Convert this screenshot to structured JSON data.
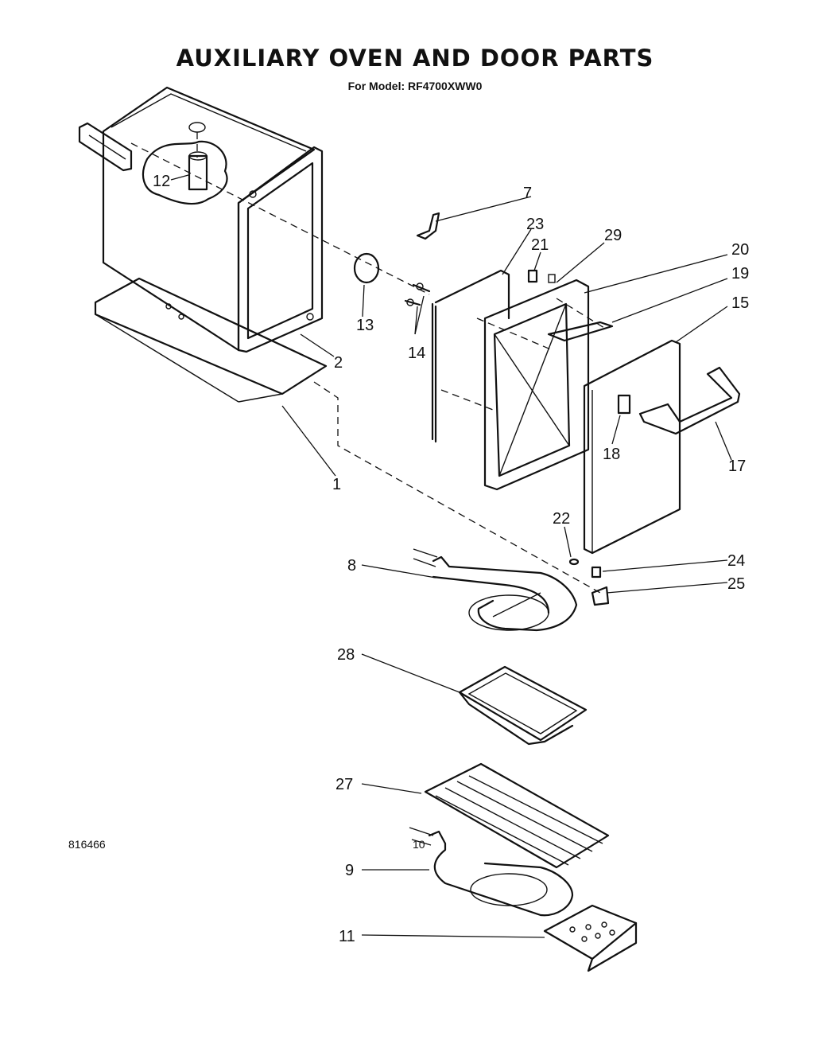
{
  "header": {
    "title": "AUXILIARY OVEN AND DOOR PARTS",
    "model_label": "For Model: RF4700XWW0"
  },
  "footer": {
    "doc_number": "816466",
    "page_number": "10"
  },
  "callouts": {
    "c1": "1",
    "c2": "2",
    "c7": "7",
    "c8": "8",
    "c9": "9",
    "c11": "11",
    "c12": "12",
    "c13": "13",
    "c14": "14",
    "c15": "15",
    "c17": "17",
    "c18": "18",
    "c19": "19",
    "c20": "20",
    "c21": "21",
    "c22": "22",
    "c23": "23",
    "c24": "24",
    "c25": "25",
    "c27": "27",
    "c28": "28",
    "c29": "29"
  }
}
